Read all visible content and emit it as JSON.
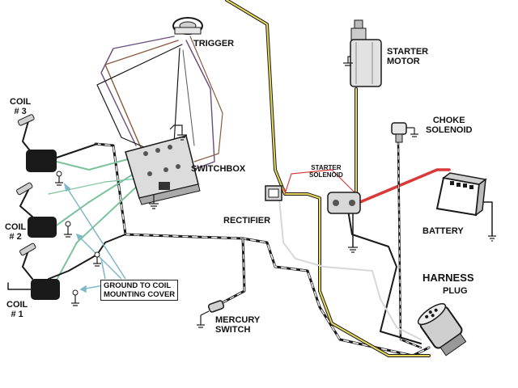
{
  "labels": {
    "trigger": "TRIGGER",
    "starter_motor": [
      "STARTER",
      "MOTOR"
    ],
    "choke_solenoid": [
      "CHOKE",
      "SOLENOID"
    ],
    "coil3": [
      "COIL",
      "# 3"
    ],
    "coil2": [
      "COIL",
      "# 2"
    ],
    "coil1": [
      "COIL",
      "# 1"
    ],
    "switchbox": "SWITCHBOX",
    "starter_solenoid": [
      "STARTER",
      "SOLENOID"
    ],
    "rectifier": "RECTIFIER",
    "battery": "BATTERY",
    "harness": "HARNESS",
    "plug": "PLUG",
    "ground_note": [
      "GROUND TO COIL",
      "MOUNTING COVER"
    ],
    "mercury_switch": [
      "MERCURY",
      "SWITCH"
    ]
  },
  "colors": {
    "black_wire": "#1a1a1a",
    "yellow_wire": "#e8d85a",
    "red_wire": "#d83a3a",
    "green_wire": "#7cc29a",
    "pointer": "#7fb8c8",
    "purple_wire": "#6a4c7a",
    "brown_wire": "#8a5a3c"
  }
}
